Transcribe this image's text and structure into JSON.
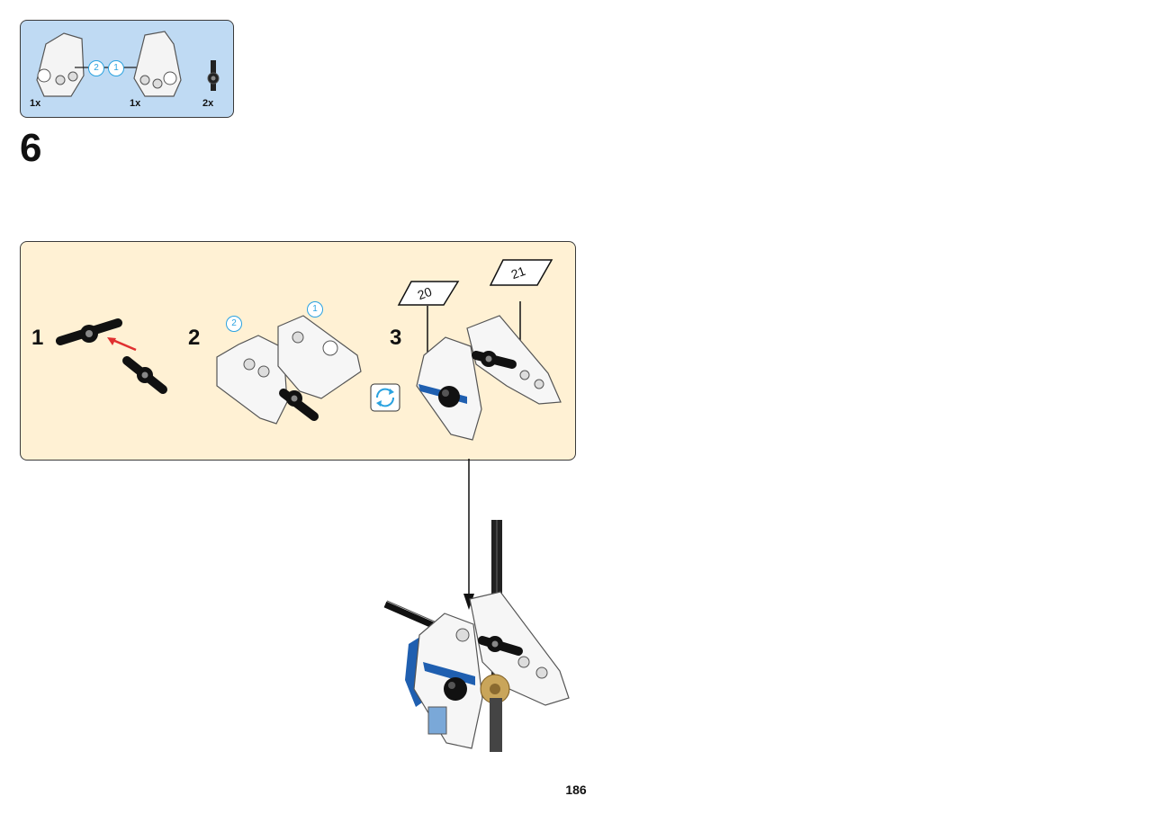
{
  "parts_list": {
    "callout_a": "2",
    "callout_b": "1",
    "qty_1": "1x",
    "qty_2": "1x",
    "qty_3": "2x"
  },
  "step": {
    "number": "6"
  },
  "substeps": [
    {
      "number": "1"
    },
    {
      "number": "2",
      "callout_a": "2",
      "callout_b": "1"
    },
    {
      "number": "3",
      "page_ref_a": "20",
      "page_ref_b": "21"
    }
  ],
  "page": {
    "number": "186"
  },
  "colors": {
    "parts_bg": "#bfdaf3",
    "substep_bg": "#fff1d4",
    "callout": "#2aa2e0",
    "arrow_red": "#e03030",
    "accent_blue": "#1f5fb0"
  },
  "icons": [
    "rotate-icon",
    "down-arrow-icon"
  ]
}
